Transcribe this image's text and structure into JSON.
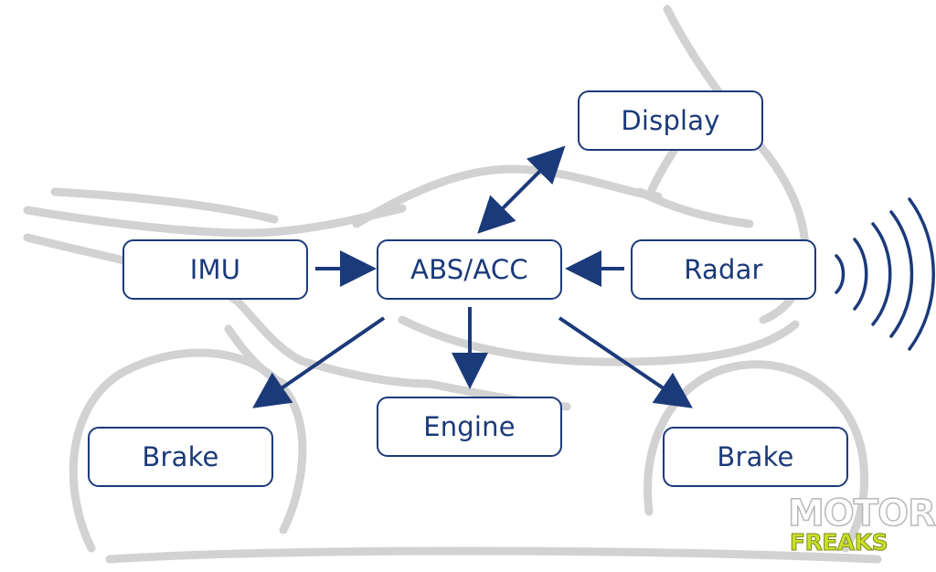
{
  "colors": {
    "accent": "#1b3a7a",
    "silhouette": "#cfcfcf",
    "watermark_green": "#c9e02a"
  },
  "nodes": {
    "display": "Display",
    "imu": "IMU",
    "abs_acc": "ABS/ACC",
    "radar": "Radar",
    "engine": "Engine",
    "brake_front": "Brake",
    "brake_rear": "Brake"
  },
  "watermark": {
    "line1": "MOTOR",
    "line2": "FREAKS"
  },
  "icons": {
    "background": "motorcycle-silhouette-icon",
    "radar_waves": "radar-waves-icon"
  }
}
